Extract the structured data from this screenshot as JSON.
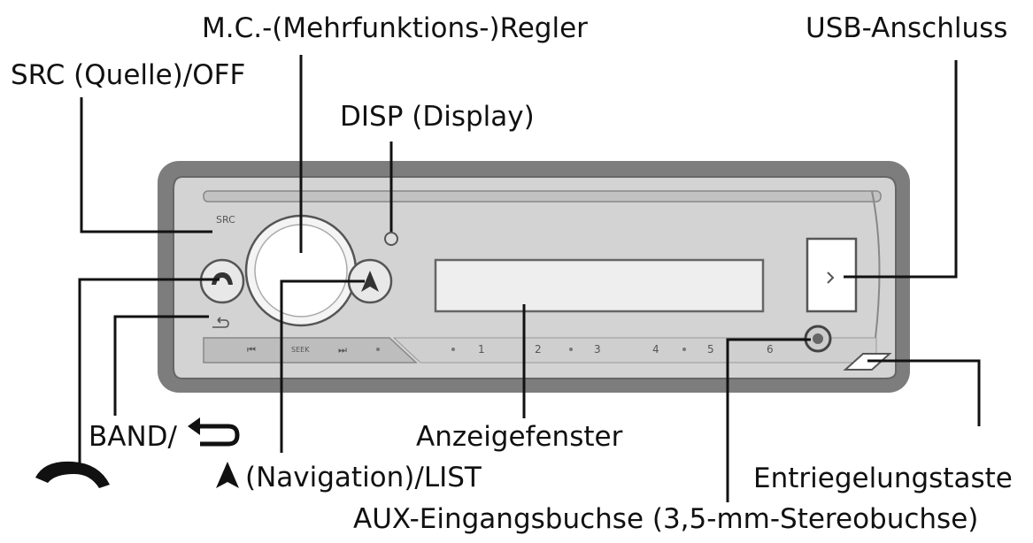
{
  "labels": {
    "mc_regler": "M.C.-(Mehrfunktions-)Regler",
    "usb": "USB-Anschluss",
    "src": "SRC (Quelle)/OFF",
    "disp": "DISP (Display)",
    "band": "BAND/",
    "display_window": "Anzeigefenster",
    "navigation": "(Navigation)/LIST",
    "release": "Entriegelungstaste",
    "aux": "AUX-Eingangsbuchse (3,5-mm-Stereobuchse)"
  },
  "panel": {
    "src_small": "SRC",
    "presets": [
      "1",
      "2",
      "3",
      "4",
      "5",
      "6"
    ],
    "seek_prev": "⏮",
    "seek_next": "⏭",
    "seek_mid": "SEEK"
  },
  "icons": [
    "phone-icon",
    "back-arrow-icon",
    "navigation-arrow-icon",
    "usb-chevron-icon"
  ]
}
